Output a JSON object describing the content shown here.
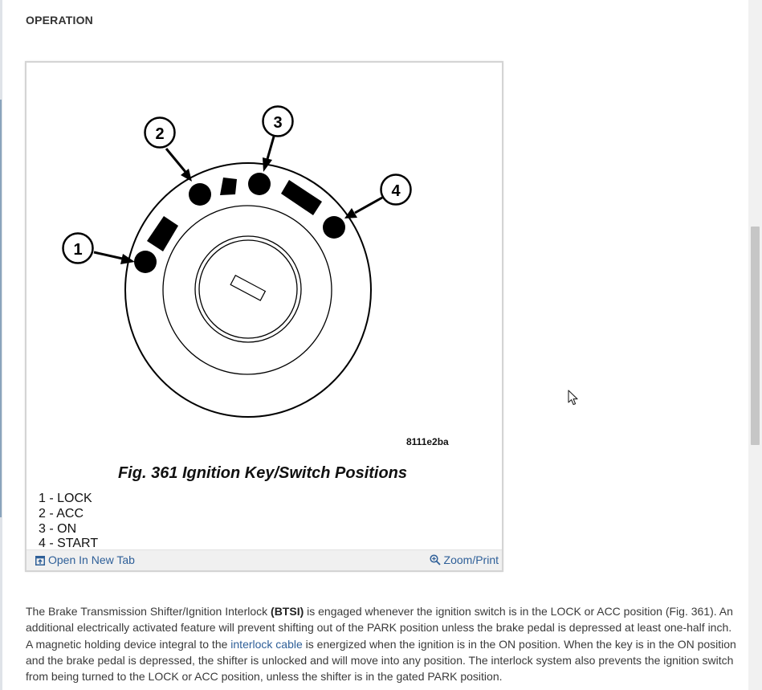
{
  "section": {
    "heading": "OPERATION"
  },
  "figure": {
    "code": "8111e2ba",
    "caption": "Fig. 361 Ignition Key/Switch Positions",
    "callouts": [
      "1",
      "2",
      "3",
      "4"
    ],
    "legend": [
      "1 - LOCK",
      "2 - ACC",
      "3 - ON",
      "4 - START"
    ],
    "toolbar": {
      "open_new_tab_label": "Open In New Tab",
      "zoom_print_label": "Zoom/Print"
    }
  },
  "body_text": {
    "p1_part1": " The Brake Transmission Shifter/Ignition Interlock ",
    "p1_bold": "(BTSI)",
    "p1_part2": " is engaged whenever the ignition switch is in the LOCK or ACC position (Fig. 361). An additional electrically activated feature will prevent shifting out of the PARK position unless the brake pedal is depressed at least one-half inch. A magnetic holding device integral to the ",
    "p1_link": "interlock cable",
    "p1_part3": " is energized when the ignition is in the ON position. When the key is in the ON position and the brake pedal is depressed, the shifter is unlocked and will move into any position. The interlock system also prevents the ignition switch from being turned to the LOCK or ACC position, unless the shifter is in the gated PARK position."
  },
  "icons": {
    "open_tab": "open-in-new-tab-icon",
    "zoom": "magnifier-icon",
    "cursor": "mouse-pointer-icon"
  }
}
